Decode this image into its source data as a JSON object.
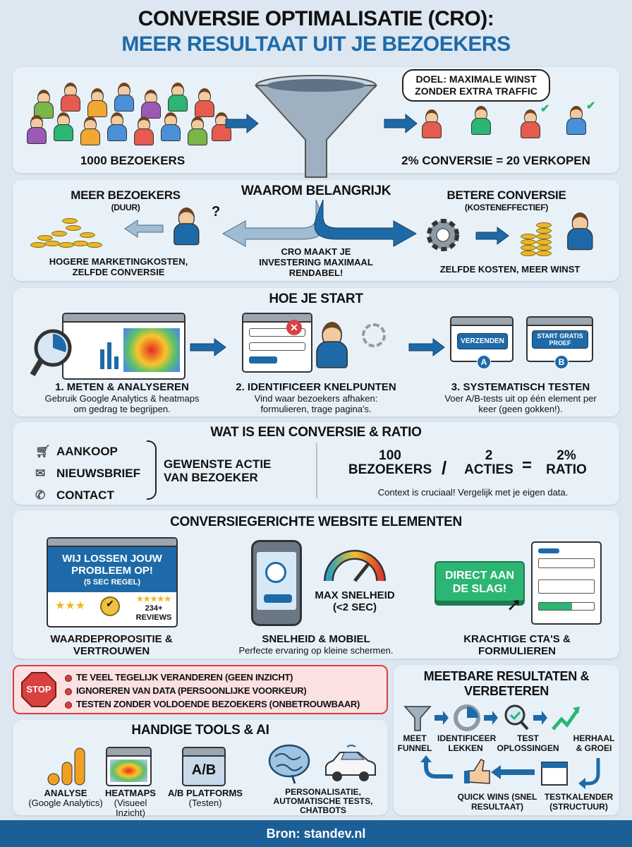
{
  "title": {
    "line1": "CONVERSIE OPTIMALISATIE (CRO):",
    "line2": "MEER RESULTAAT UIT JE BEZOEKERS"
  },
  "colors": {
    "brand_blue": "#1e6aa8",
    "dark_blue": "#1b5f96",
    "green": "#2bb673",
    "red": "#d94040",
    "panel": "#e9f1f8"
  },
  "funnel": {
    "visitors_label": "1000 BEZOEKERS",
    "goal_bubble": "DOEL: MAXIMALE WINST ZONDER EXTRA TRAFFIC",
    "result_label": "2% CONVERSIE = 20 VERKOPEN"
  },
  "why": {
    "title": "WAAROM BELANGRIJK",
    "left_title": "MEER BEZOEKERS",
    "left_sub": "(DUUR)",
    "left_caption": "HOGERE MARKETINGKOSTEN, ZELFDE CONVERSIE",
    "center_caption": "CRO MAAKT JE INVESTERING MAXIMAAL RENDABEL!",
    "right_title": "BETERE CONVERSIE",
    "right_sub": "(KOSTENEFFECTIEF)",
    "right_caption": "ZELFDE KOSTEN, MEER WINST"
  },
  "start": {
    "title": "HOE JE START",
    "steps": [
      {
        "title": "1. METEN & ANALYSEREN",
        "desc": "Gebruik Google Analytics & heatmaps om gedrag te begrijpen."
      },
      {
        "title": "2. IDENTIFICEER KNELPUNTEN",
        "desc": "Vind waar bezoekers afhaken: formulieren, trage pagina's."
      },
      {
        "title": "3. SYSTEMATISCH TESTEN",
        "desc": "Voer A/B-tests uit op één element per keer (geen gokken!)."
      }
    ],
    "variant_a_button": "VERZENDEN",
    "variant_b_button": "START GRATIS PROEF",
    "variant_a": "A",
    "variant_b": "B"
  },
  "ratio": {
    "title": "WAT IS EEN CONVERSIE & RATIO",
    "actions": [
      {
        "icon": "cart-icon",
        "label": "AANKOOP"
      },
      {
        "icon": "envelope-icon",
        "label": "NIEUWSBRIEF"
      },
      {
        "icon": "phone-icon",
        "label": "CONTACT"
      }
    ],
    "actions_caption": "GEWENSTE ACTIE VAN BEZOEKER",
    "visitors_num": "100",
    "visitors_word": "BEZOEKERS",
    "slash": "/",
    "actions_num": "2",
    "actions_word": "ACTIES",
    "equals": "=",
    "ratio_num": "2%",
    "ratio_word": "RATIO",
    "note": "Context is cruciaal! Vergelijk met je eigen data."
  },
  "elements": {
    "title": "CONVERSIEGERICHTE WEBSITE ELEMENTEN",
    "hero_text": "WIJ LOSSEN JOUW PROBLEEM OP!",
    "hero_sub": "(5 SEC REGEL)",
    "reviews": "234+ REVIEWS",
    "speed_label": "MAX SNELHEID (<2 SEC)",
    "cta_button": "DIRECT AAN DE SLAG!",
    "items": [
      {
        "title": "WAARDEPROPOSITIE & VERTROUWEN"
      },
      {
        "title": "SNELHEID & MOBIEL",
        "desc": "Perfecte ervaring op kleine schermen."
      },
      {
        "title": "KRACHTIGE CTA'S & FORMULIEREN"
      }
    ]
  },
  "pitfalls": {
    "stop": "STOP",
    "items": [
      "TE VEEL TEGELIJK VERANDEREN (GEEN INZICHT)",
      "IGNOREREN VAN DATA (PERSOONLIJKE VOORKEUR)",
      "TESTEN ZONDER VOLDOENDE BEZOEKERS (ONBETROUWBAAR)"
    ]
  },
  "tools": {
    "title": "HANDIGE TOOLS & AI",
    "items": [
      {
        "title": "ANALYSE",
        "sub": "(Google Analytics)"
      },
      {
        "title": "HEATMAPS",
        "sub": "(Visueel Inzicht)"
      },
      {
        "title": "A/B PLATFORMS",
        "sub": "(Testen)"
      }
    ],
    "ab": "A/B",
    "ai": "PERSONALISATIE, AUTOMATISCHE TESTS, CHATBOTS"
  },
  "cycle": {
    "title": "MEETBARE RESULTATEN & VERBETEREN",
    "steps": [
      "MEET FUNNEL",
      "IDENTIFICEER LEKKEN",
      "TEST OPLOSSINGEN",
      "HERHAAL & GROEI"
    ],
    "bottom": [
      "QUICK WINS (SNEL RESULTAAT)",
      "TESTKALENDER (STRUCTUUR)"
    ]
  },
  "footer": {
    "source": "Bron: standev.nl"
  }
}
